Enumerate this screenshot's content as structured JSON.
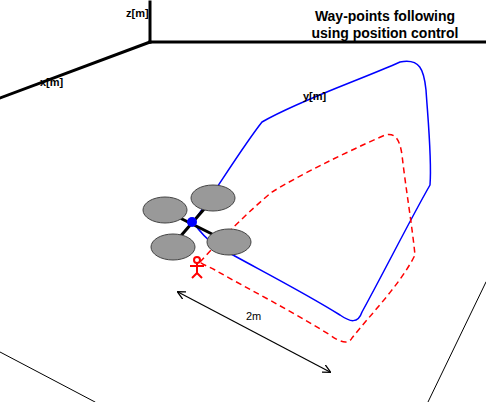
{
  "diagram": {
    "title": "Way-points following using position control",
    "labels": [
      "z[m]",
      "x[m]",
      "y[m]",
      "2m"
    ]
  }
}
